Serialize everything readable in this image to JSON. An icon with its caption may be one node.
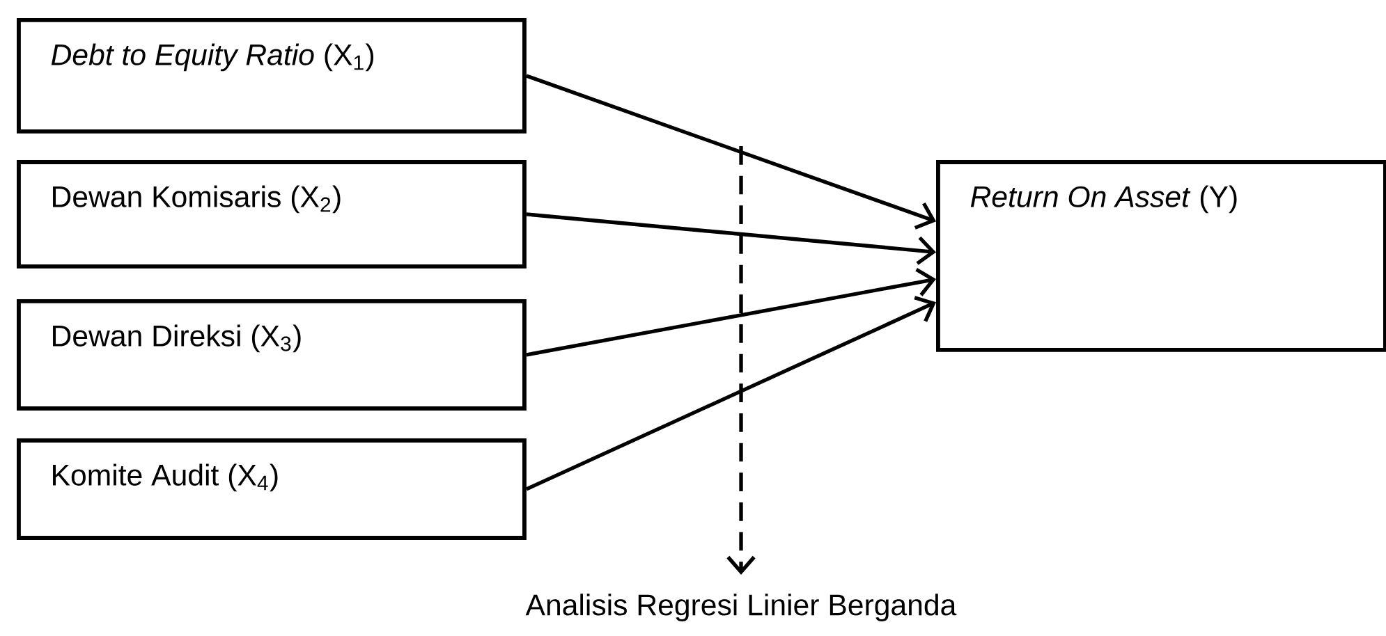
{
  "diagram": {
    "nodes": [
      {
        "text": [
          "*Debt to Equity Ratio* (X$_{1}$)"
        ]
      },
      {
        "text": [
          "Dewan Komisaris (X$_{2}$)"
        ]
      },
      {
        "text": [
          "Dewan Direksi (X$_{3}$)"
        ]
      },
      {
        "text": [
          "Komite Audit (X$_{4}$)"
        ]
      },
      {
        "text": [
          "*Return On Asset* (Y)"
        ]
      },
      {
        "text": [
          "Analisis Regresi Linier Berganda"
        ]
      }
    ],
    "edges": [
      {
        "from": 0,
        "to": 4,
        "arrow": "to"
      },
      {
        "from": 1,
        "to": 4,
        "arrow": "to"
      },
      {
        "from": 2,
        "to": 4,
        "arrow": "to"
      },
      {
        "from": 3,
        "to": 4,
        "arrow": "to"
      },
      {
        "from": null,
        "to": 5,
        "arrow": "to",
        "style": "dashed"
      }
    ]
  }
}
